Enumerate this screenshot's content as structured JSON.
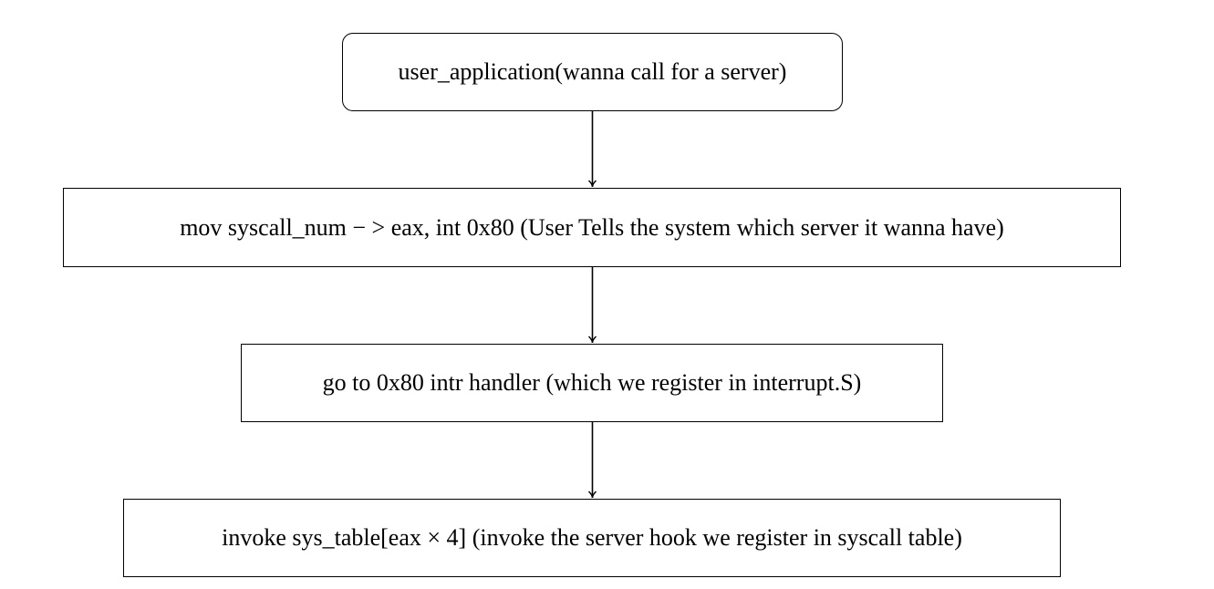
{
  "diagram": {
    "nodes": [
      {
        "id": "user_application",
        "shape": "rounded-rectangle",
        "label": "user_application(wanna call for a server)"
      },
      {
        "id": "mov_syscall",
        "shape": "rectangle",
        "label": "mov syscall_num − > eax, int 0x80 (User Tells the system which server it wanna have)"
      },
      {
        "id": "intr_handler",
        "shape": "rectangle",
        "label": "go to 0x80 intr handler (which we register in interrupt.S)"
      },
      {
        "id": "invoke_sys_table",
        "shape": "rectangle",
        "label": "invoke sys_table[eax × 4] (invoke the server hook we register in syscall table)"
      }
    ],
    "edges": [
      {
        "from": "user_application",
        "to": "mov_syscall"
      },
      {
        "from": "mov_syscall",
        "to": "intr_handler"
      },
      {
        "from": "intr_handler",
        "to": "invoke_sys_table"
      }
    ]
  },
  "colors": {
    "stroke": "#000000",
    "background": "#ffffff"
  }
}
